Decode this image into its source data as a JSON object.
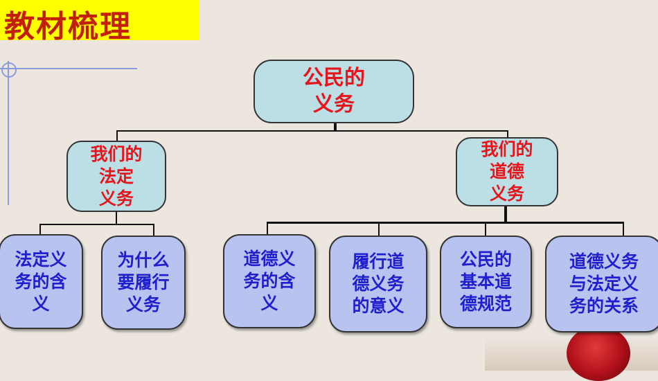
{
  "header": {
    "title": "教材梳理"
  },
  "diagram": {
    "root": "公民的\n义务",
    "branches": [
      {
        "label": "我们的\n法定\n义务",
        "children": [
          "法定义\n务的含\n义",
          "为什么\n要履行\n义务"
        ]
      },
      {
        "label": "我们的\n道德\n义务",
        "children": [
          "道德义\n务的含\n义",
          "履行道\n德义务\n的意义",
          "公民的\n基本道\n德规范",
          "道德义务\n与法定义\n务的关系"
        ]
      }
    ]
  },
  "colors": {
    "title_bg": "#ffff00",
    "title_text": "#c3200a",
    "node_bg": "#bbdfe4",
    "node_text": "#e8141c",
    "leaf_bg": "#b9c3ef",
    "leaf_text": "#1f1fd0"
  }
}
